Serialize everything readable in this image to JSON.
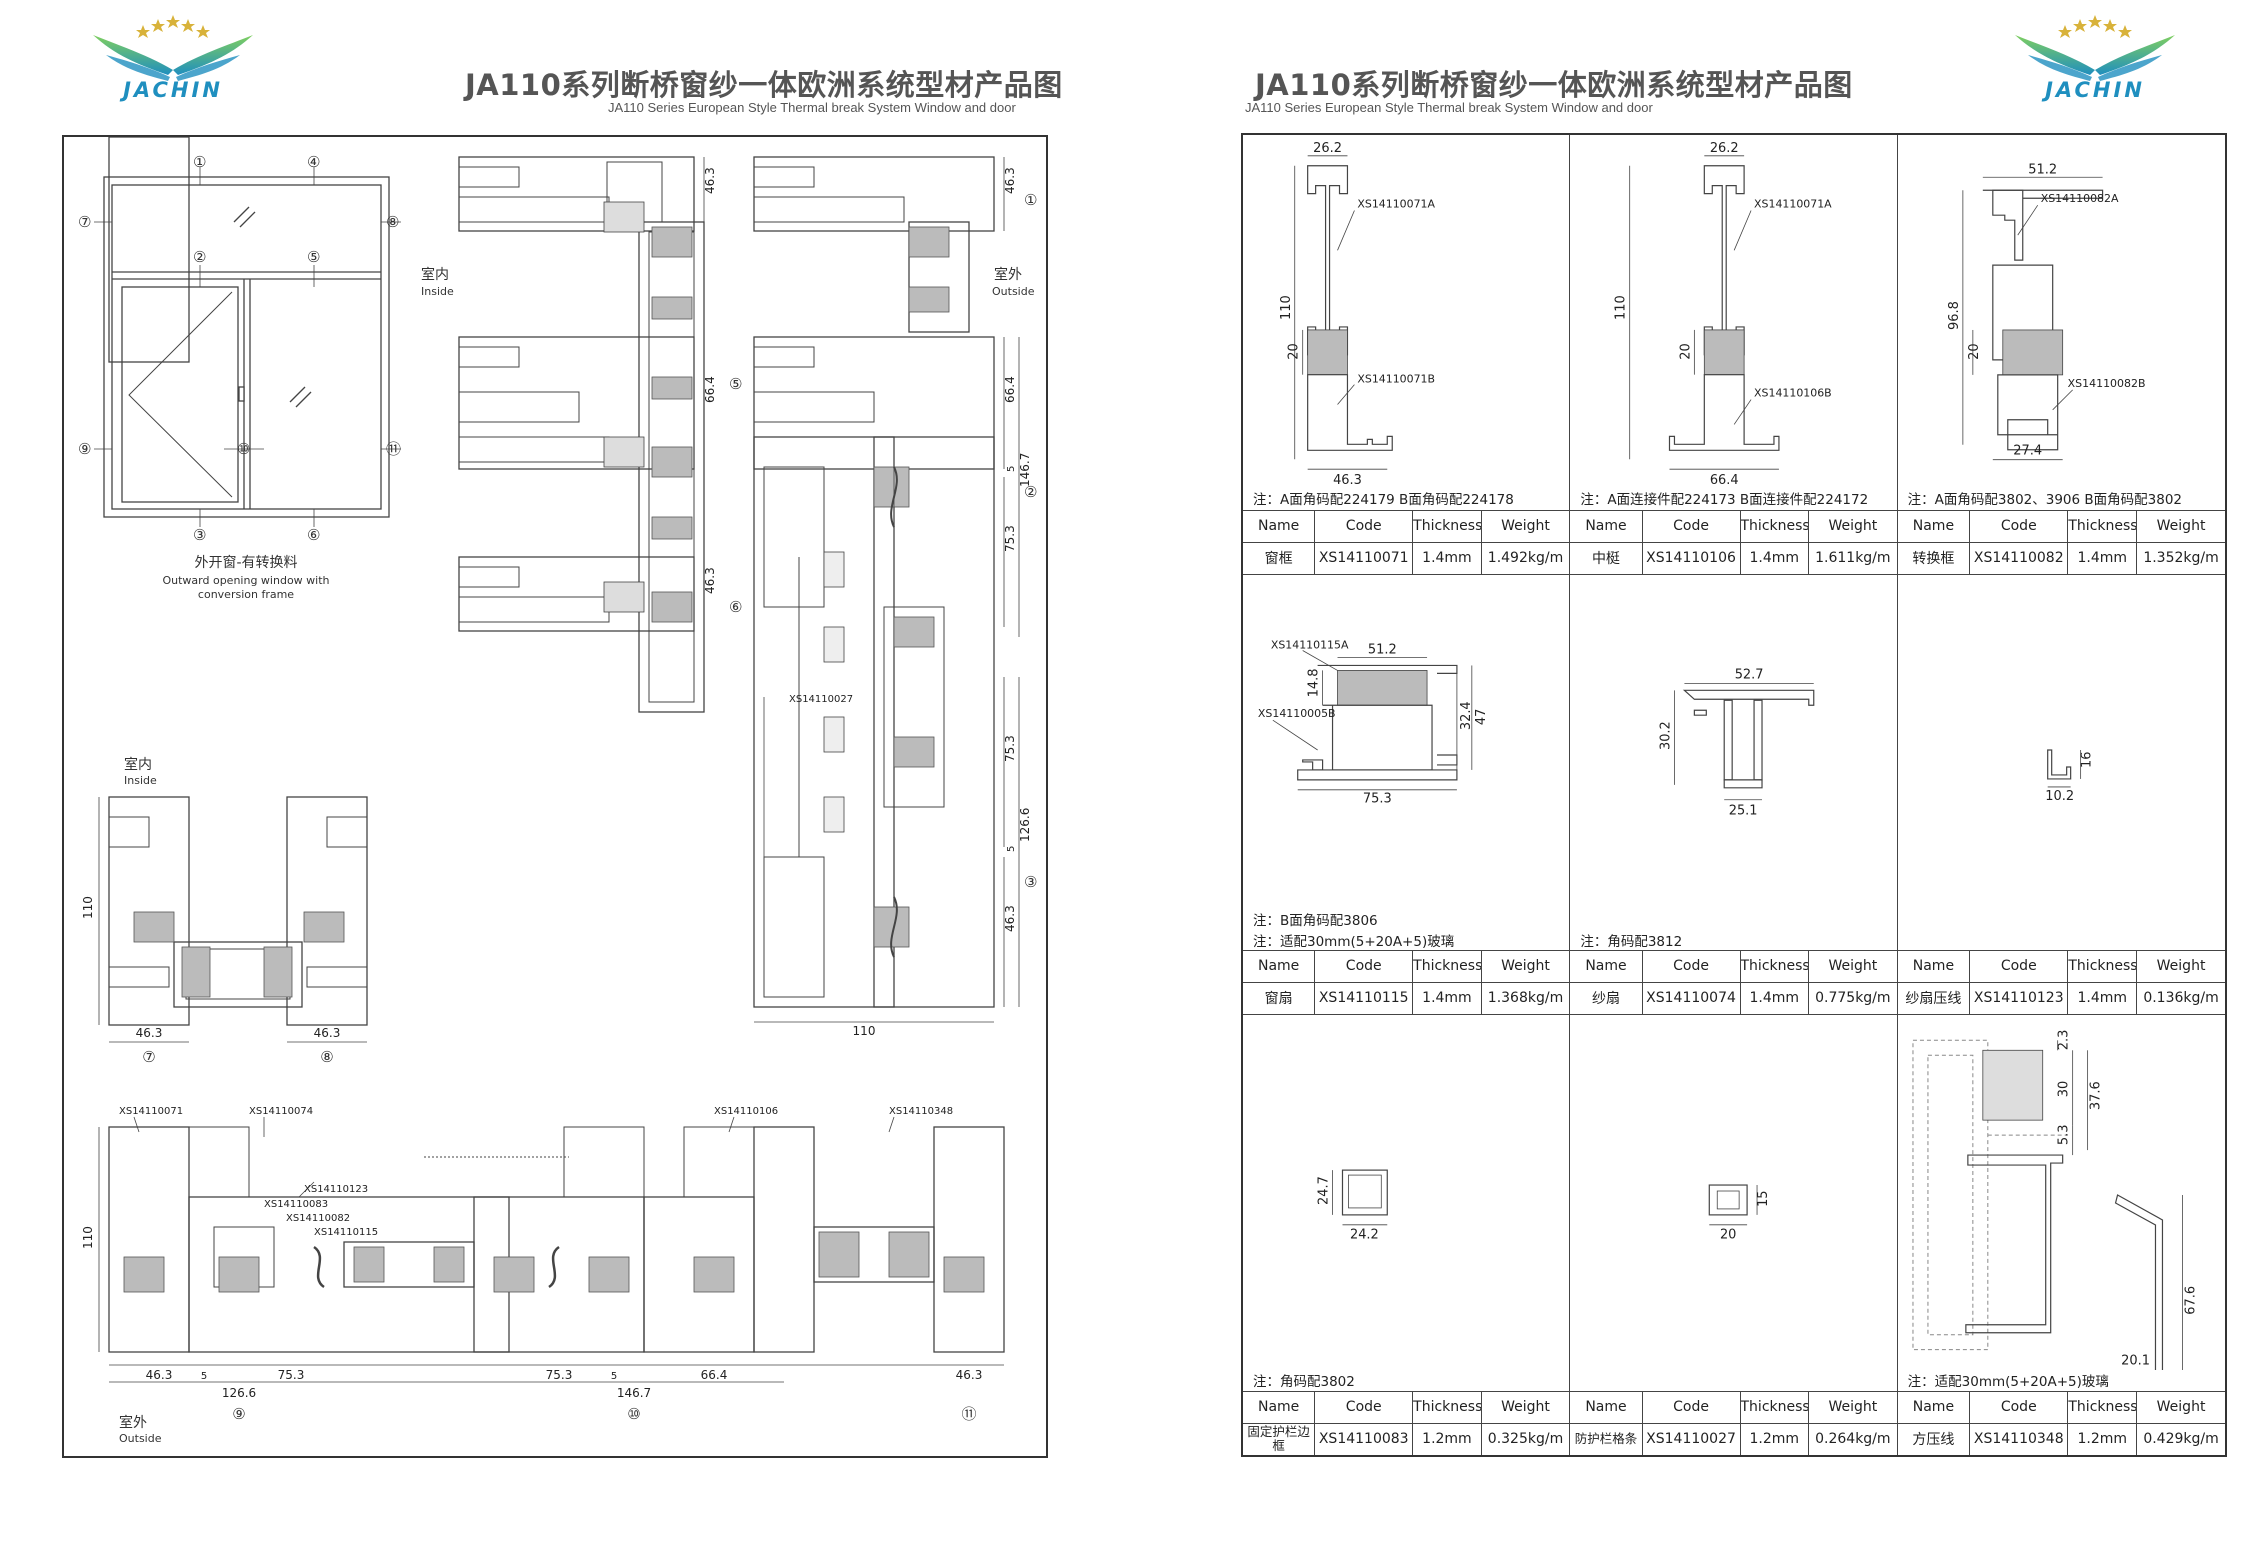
{
  "brand": {
    "logo_text": "JACHIN"
  },
  "left_page": {
    "title_zh": "JA110系列断桥窗纱一体欧洲系统型材产品图",
    "title_en": "JA110 Series European Style Thermal break System Window and door",
    "elevation": {
      "markers": [
        "①",
        "④",
        "⑦",
        "⑧",
        "②",
        "⑤",
        "⑨",
        "⑩",
        "⑪",
        "③",
        "⑥"
      ],
      "caption_zh": "外开窗-有转换料",
      "caption_en_1": "Outward opening window with",
      "caption_en_2": "conversion frame"
    },
    "section_vertical": {
      "inside_zh": "室内",
      "inside_en": "Inside",
      "outside_zh": "室外",
      "outside_en": "Outside",
      "dims_left": [
        "46.3",
        "66.4",
        "46.3"
      ],
      "dims_right": [
        "46.3",
        "66.4",
        "75.3",
        "146.7",
        "5",
        "75.3",
        "126.6",
        "5",
        "46.3"
      ],
      "markers": [
        "⑤",
        "⑥",
        "①",
        "②",
        "③"
      ],
      "code": "XS14110027",
      "bottom_dim": "110"
    },
    "section_left": {
      "inside_zh": "室内",
      "inside_en": "Inside",
      "dim_height": "110",
      "dims": [
        "46.3",
        "46.3"
      ],
      "markers": [
        "⑦",
        "⑧"
      ]
    },
    "section_bottom": {
      "codes": [
        "XS14110071",
        "XS14110074",
        "XS14110123",
        "XS14110083",
        "XS14110082",
        "XS14110115",
        "XS14110106",
        "XS14110348"
      ],
      "dim_height": "110",
      "dims": [
        "46.3",
        "5",
        "75.3",
        "126.6",
        "75.3",
        "5",
        "66.4",
        "146.7",
        "46.3"
      ],
      "markers": [
        "⑨",
        "⑩",
        "⑪"
      ],
      "outside_zh": "室外",
      "outside_en": "Outside"
    }
  },
  "right_page": {
    "title_zh": "JA110系列断桥窗纱一体欧洲系统型材产品图",
    "title_en": "JA110 Series European Style Thermal break System Window and door",
    "table_headers": [
      "Name",
      "Code",
      "Thickness",
      "Weight"
    ],
    "cards": [
      {
        "drawing_labels": [
          "26.2",
          "XS14110071A",
          "110",
          "20",
          "XS14110071B",
          "46.3"
        ],
        "note": "注：A面角码配224179  B面角码配224178",
        "name": "窗框",
        "code": "XS14110071",
        "thickness": "1.4mm",
        "weight": "1.492kg/m"
      },
      {
        "drawing_labels": [
          "26.2",
          "XS14110071A",
          "110",
          "20",
          "XS14110106B",
          "66.4"
        ],
        "note": "注：A面连接件配224173  B面连接件配224172",
        "name": "中梃",
        "code": "XS14110106",
        "thickness": "1.4mm",
        "weight": "1.611kg/m"
      },
      {
        "drawing_labels": [
          "51.2",
          "XS14110082A",
          "96.8",
          "20",
          "XS14110082B",
          "27.4"
        ],
        "note": "注：A面角码配3802、3906  B面角码配3802",
        "name": "转换框",
        "code": "XS14110082",
        "thickness": "1.4mm",
        "weight": "1.352kg/m"
      },
      {
        "drawing_labels": [
          "XS14110115A",
          "51.2",
          "14.8",
          "32.4",
          "47",
          "XS14110005B",
          "75.3"
        ],
        "note": "注：B面角码配3806",
        "note2": "注：适配30mm(5+20A+5)玻璃",
        "name": "窗扇",
        "code": "XS14110115",
        "thickness": "1.4mm",
        "weight": "1.368kg/m"
      },
      {
        "drawing_labels": [
          "52.7",
          "30.2",
          "25.1"
        ],
        "note": "注：角码配3812",
        "name": "纱扇",
        "code": "XS14110074",
        "thickness": "1.4mm",
        "weight": "0.775kg/m"
      },
      {
        "drawing_labels": [
          "16",
          "10.2"
        ],
        "name": "纱扇压线",
        "code": "XS14110123",
        "thickness": "1.4mm",
        "weight": "0.136kg/m"
      },
      {
        "drawing_labels": [
          "24.7",
          "24.2"
        ],
        "note": "注：角码配3802",
        "name": "固定护栏边框",
        "code": "XS14110083",
        "thickness": "1.2mm",
        "weight": "0.325kg/m"
      },
      {
        "drawing_labels": [
          "15",
          "20"
        ],
        "name": "防护栏格条",
        "code": "XS14110027",
        "thickness": "1.2mm",
        "weight": "0.264kg/m"
      },
      {
        "drawing_labels": [
          "2.3",
          "30",
          "37.6",
          "5.3",
          "67.6",
          "20.1"
        ],
        "note": "注：适配30mm(5+20A+5)玻璃",
        "name": "方压线",
        "code": "XS14110348",
        "thickness": "1.2mm",
        "weight": "0.429kg/m"
      }
    ]
  },
  "colors": {
    "logo_teal": "#1f8fbf",
    "logo_green": "#6cc070",
    "stars": "#d8b23a"
  }
}
